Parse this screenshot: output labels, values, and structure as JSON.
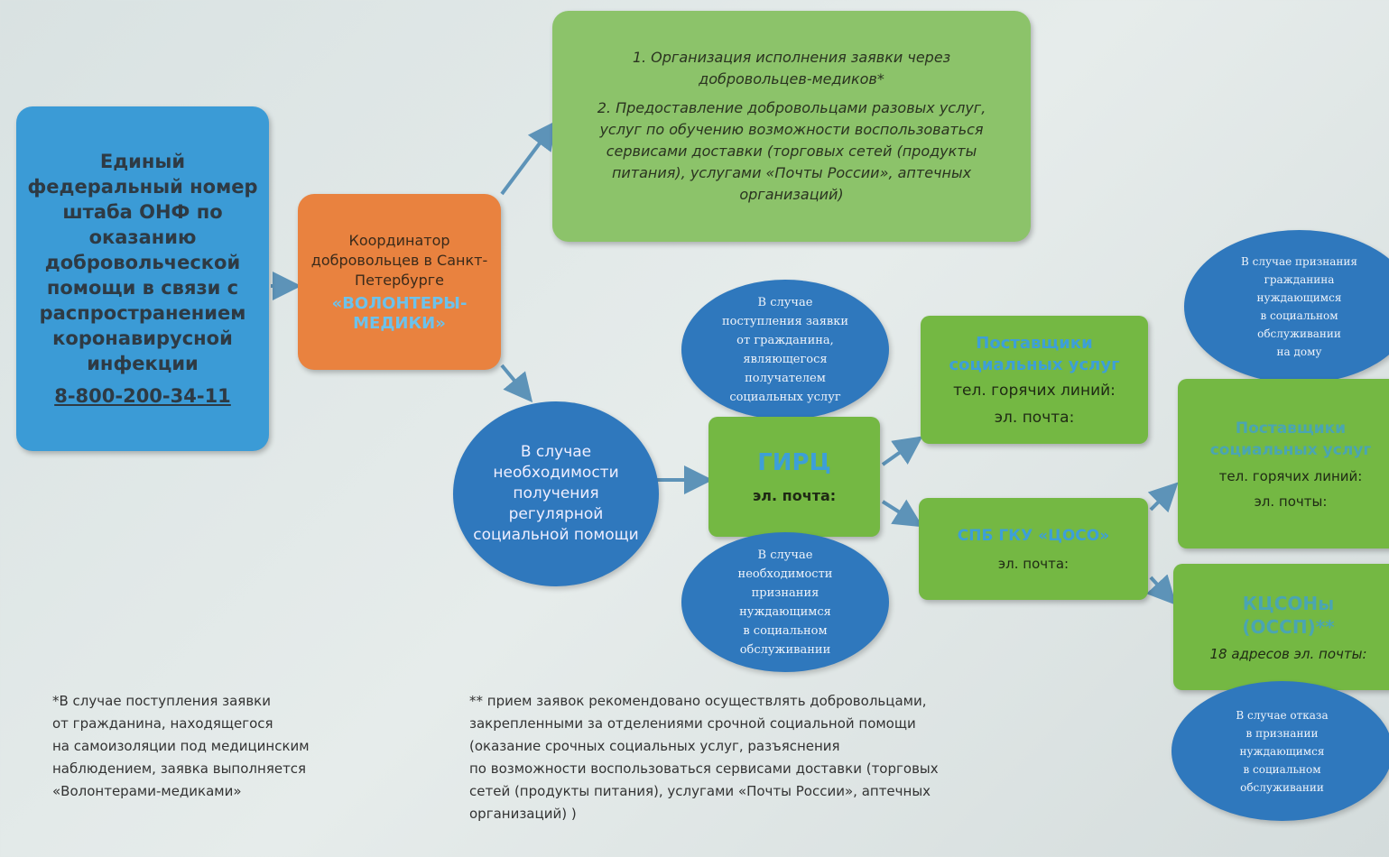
{
  "hotline_box": {
    "text": "Единый федеральный номер штаба ОНФ по оказанию добровольческой помощи в связи с распространением коронавирусной инфекции",
    "phone": "8-800-200-34-11"
  },
  "coordinator_box": {
    "text": "Координатор добровольцев в Санкт-Петербурге",
    "name": "«ВОЛОНТЕРЫ-МЕДИКИ»"
  },
  "services_box": {
    "items": [
      "1. Организация исполнения заявки через добровольцев-медиков*",
      "2. Предоставление добровольцами разовых услуг, услуг по обучению возможности воспользоваться сервисами доставки (торговых сетей (продукты питания), услугами «Почты России», аптечных организаций)"
    ]
  },
  "regular_help": "В случае необходимости получения регулярной социальной помощи",
  "ellipse_recipient": "В случае\nпоступления заявки\nот гражданина,\nявляющегося\nполучателем\nсоциальных услуг",
  "ellipse_need": "В случае\nнеобходимости\nпризнания\nнуждающимся\nв социальном\nобслуживании",
  "girc": {
    "title": "ГИРЦ",
    "email": "эл. почта:"
  },
  "providers": {
    "title": "Поставщики социальных услуг",
    "phone": "тел. горячих линий:",
    "email": "эл. почта:"
  },
  "coso": {
    "title": "СПБ ГКУ «ЦОСО»",
    "email": "эл. почта:"
  },
  "ellipse_home": "В случае признания\nгражданина\nнуждающимся\nв социальном\nобслуживании\nна дому",
  "providers2": {
    "title": "Поставщики социальных услуг",
    "phone": "тел. горячих линий:",
    "email": "эл. почты:"
  },
  "kcson": {
    "title": "КЦСОНы (ОССП)**",
    "email": "18 адресов эл. почты:"
  },
  "ellipse_refusal": "В случае отказа\nв признании\nнуждающимся\nв социальном\nобслуживании",
  "footnote1": "*В случае поступления заявки\nот гражданина, находящегося\nна самоизоляции под медицинским\nнаблюдением, заявка выполняется\n«Волонтерами-медиками»",
  "footnote2": "** прием заявок рекомендовано осуществлять добровольцами,\nзакрепленными за отделениями срочной социальной помощи\n(оказание срочных социальных услуг, разъяснения\nпо возможности воспользоваться сервисами доставки (торговых\nсетей (продукты питания), услугами «Почты России», аптечных\nорганизаций) )"
}
